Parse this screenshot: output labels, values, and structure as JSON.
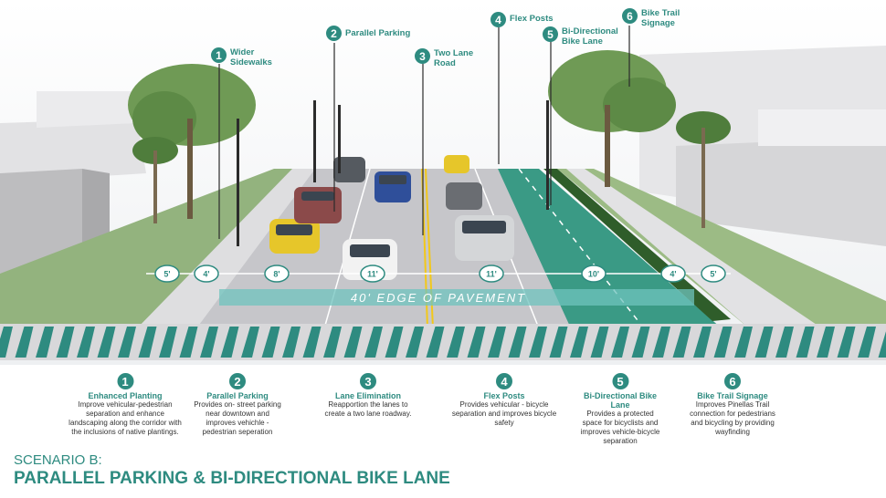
{
  "callouts": [
    {
      "n": "1",
      "label": "Wider Sidewalks"
    },
    {
      "n": "2",
      "label": "Parallel Parking"
    },
    {
      "n": "3",
      "label": "Two Lane Road"
    },
    {
      "n": "4",
      "label": "Flex Posts"
    },
    {
      "n": "5",
      "label": "Bi-Directional Bike Lane"
    },
    {
      "n": "6",
      "label": "Bike Trail Signage"
    }
  ],
  "dimensions": [
    "5'",
    "4'",
    "8'",
    "11'",
    "11'",
    "10'",
    "4'",
    "5'"
  ],
  "pavement_label": "40' EDGE OF PAVEMENT",
  "items": [
    {
      "n": "1",
      "title": "Enhanced Planting",
      "desc": "Improve vehicular-pedestrian separation and enhance landscaping along the corridor with the inclusions of native plantings."
    },
    {
      "n": "2",
      "title": "Parallel Parking",
      "desc": "Provides on- street parking near downtown and improves vehichle - pedestrian seperation"
    },
    {
      "n": "3",
      "title": "Lane Elimination",
      "desc": "Reapportion the lanes to create a two lane roadway."
    },
    {
      "n": "4",
      "title": "Flex Posts",
      "desc": "Provides vehicular - bicycle separation and improves bicycle safety"
    },
    {
      "n": "5",
      "title": "Bi-Directional Bike Lane",
      "desc": "Provides a protected space for bicyclists and improves vehicle-bicycle separation"
    },
    {
      "n": "6",
      "title": "Bike Trail Signage",
      "desc": "Improves Pinellas Trail connection for pedestrians and bicycling by providing wayfinding"
    }
  ],
  "scenario": "SCENARIO B:",
  "title": "PARALLEL PARKING & BI-DIRECTIONAL BIKE LANE",
  "colors": {
    "teal": "#2e8b80",
    "bike_lane": "#3a9a85",
    "road": "#c9c9cc",
    "sidewalk": "#e4e4e6",
    "grass": "#8fb07a"
  }
}
